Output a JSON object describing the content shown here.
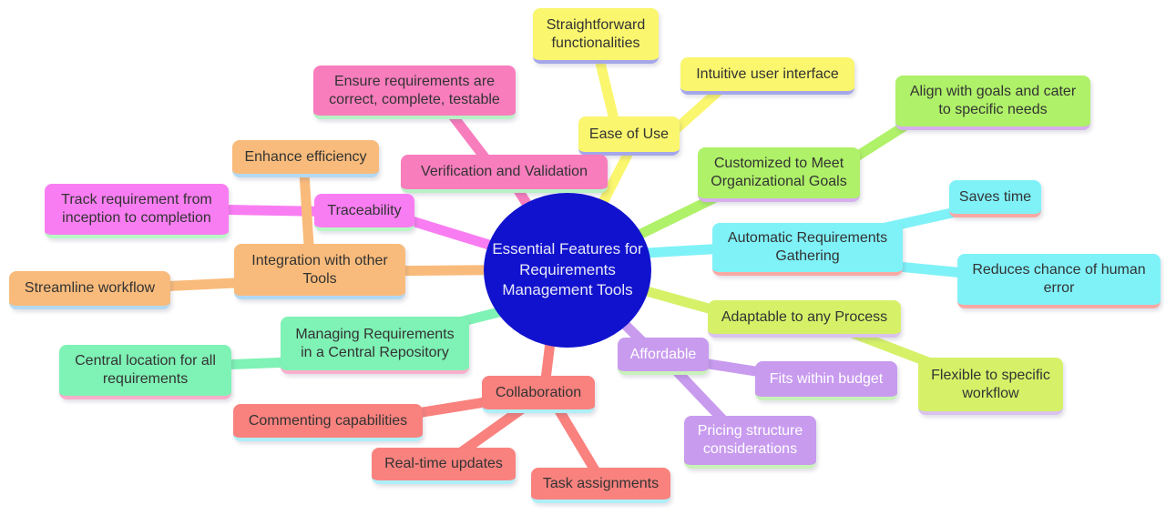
{
  "diagram": {
    "type": "mindmap",
    "background": "#FFFFFF",
    "root": {
      "label": "Essential Features for\nRequirements\nManagement Tools",
      "fill": "#1112CE",
      "text_color": "#E8E8F8"
    },
    "branches": [
      {
        "name": "ease-of-use",
        "label": "Ease of Use",
        "color": "#FAF66E",
        "underline_color": "#A5A7EA",
        "children": [
          {
            "label": "Straightforward functionalities"
          },
          {
            "label": "Intuitive user interface"
          }
        ]
      },
      {
        "name": "customized-to-meet-organizational-goals",
        "label": "Customized to Meet Organizational Goals",
        "color": "#AFF168",
        "underline_color": "#D6AFEC",
        "children": [
          {
            "label": "Align with goals and cater to specific needs"
          }
        ]
      },
      {
        "name": "automatic-requirements-gathering",
        "label": "Automatic Requirements Gathering",
        "color": "#7FF2F8",
        "underline_color": "#F9A8A4",
        "children": [
          {
            "label": "Saves time"
          },
          {
            "label": "Reduces chance of human error"
          }
        ]
      },
      {
        "name": "adaptable-to-any-process",
        "label": "Adaptable to any Process",
        "color": "#D6F168",
        "underline_color": "#D9C2EE",
        "children": [
          {
            "label": "Flexible to specific workflow"
          }
        ]
      },
      {
        "name": "affordable",
        "label": "Affordable",
        "color": "#C89BEF",
        "underline_color": "#C9F2B9",
        "text_color": "#FFFFFF",
        "children": [
          {
            "label": "Fits within budget"
          },
          {
            "label": "Pricing structure considerations"
          }
        ]
      },
      {
        "name": "collaboration",
        "label": "Collaboration",
        "color": "#F9827E",
        "underline_color": "#AEEFF8",
        "children": [
          {
            "label": "Commenting capabilities"
          },
          {
            "label": "Real-time updates"
          },
          {
            "label": "Task assignments"
          }
        ]
      },
      {
        "name": "managing-requirements-central-repository",
        "label": "Managing Requirements in a Central Repository",
        "color": "#7FF2B5",
        "underline_color": "#F9AECB",
        "children": [
          {
            "label": "Central location for all requirements"
          }
        ]
      },
      {
        "name": "integration-with-other-tools",
        "label": "Integration with other Tools",
        "color": "#F9BB7B",
        "underline_color": "#B3D9F2",
        "children": [
          {
            "label": "Enhance efficiency"
          },
          {
            "label": "Streamline workflow"
          }
        ]
      },
      {
        "name": "traceability",
        "label": "Traceability",
        "color": "#F97DF2",
        "underline_color": "#B8F9C5",
        "children": [
          {
            "label": "Track requirement from inception to completion"
          }
        ]
      },
      {
        "name": "verification-and-validation",
        "label": "Verification and Validation",
        "color": "#F87DBD",
        "underline_color": "#B7F2C5",
        "children": [
          {
            "label": "Ensure requirements are correct, complete, testable"
          }
        ]
      }
    ]
  }
}
